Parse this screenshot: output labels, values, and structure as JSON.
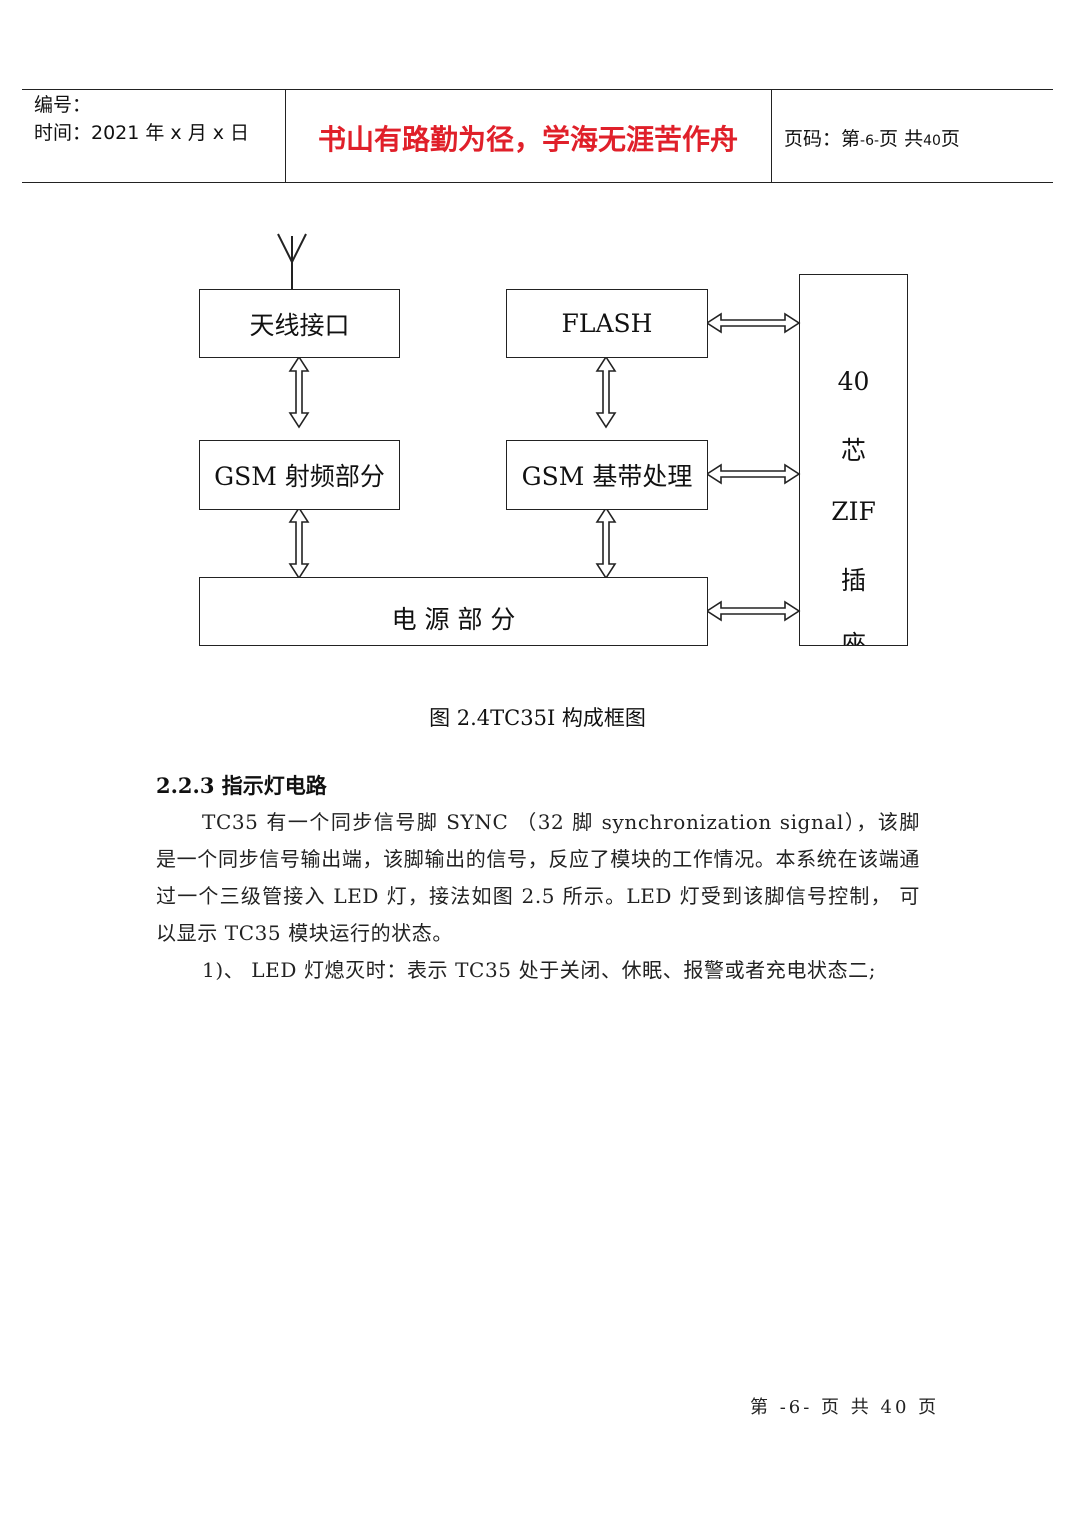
{
  "header": {
    "number_label": "编号：",
    "time_label": "时间：2021 年 x 月 x 日",
    "motto": "书山有路勤为径，学海无涯苦作舟",
    "page_prefix": "页码：第",
    "page_current": "-6-",
    "page_mid": "页  共",
    "page_total": "40",
    "page_suffix": "页"
  },
  "diagram": {
    "antenna_interface": "天线接口",
    "flash": "FLASH",
    "gsm_rf": "GSM 射频部分",
    "gsm_baseband": "GSM 基带处理",
    "power": "电  源  部  分",
    "zif_lines": [
      "40",
      "芯",
      "ZIF",
      "插",
      "座"
    ]
  },
  "caption": "图 2.4TC35I 构成框图",
  "section_title": "2.2.3  指示灯电路",
  "paragraphs": [
    "TC35 有一个同步信号脚 SYNC （32 脚 synchronization signal），该脚是一个同步信号输出端，该脚输出的信号，反应了模块的工作情况。本系统在该端通过一个三级管接入 LED 灯，接法如图 2.5 所示。LED 灯受到该脚信号控制， 可以显示  TC35 模块运行的状态。",
    "1)、 LED 灯熄灭时：表示 TC35 处于关闭、休眠、报警或者充电状态二;"
  ],
  "footer": "第 -6- 页 共 40 页"
}
